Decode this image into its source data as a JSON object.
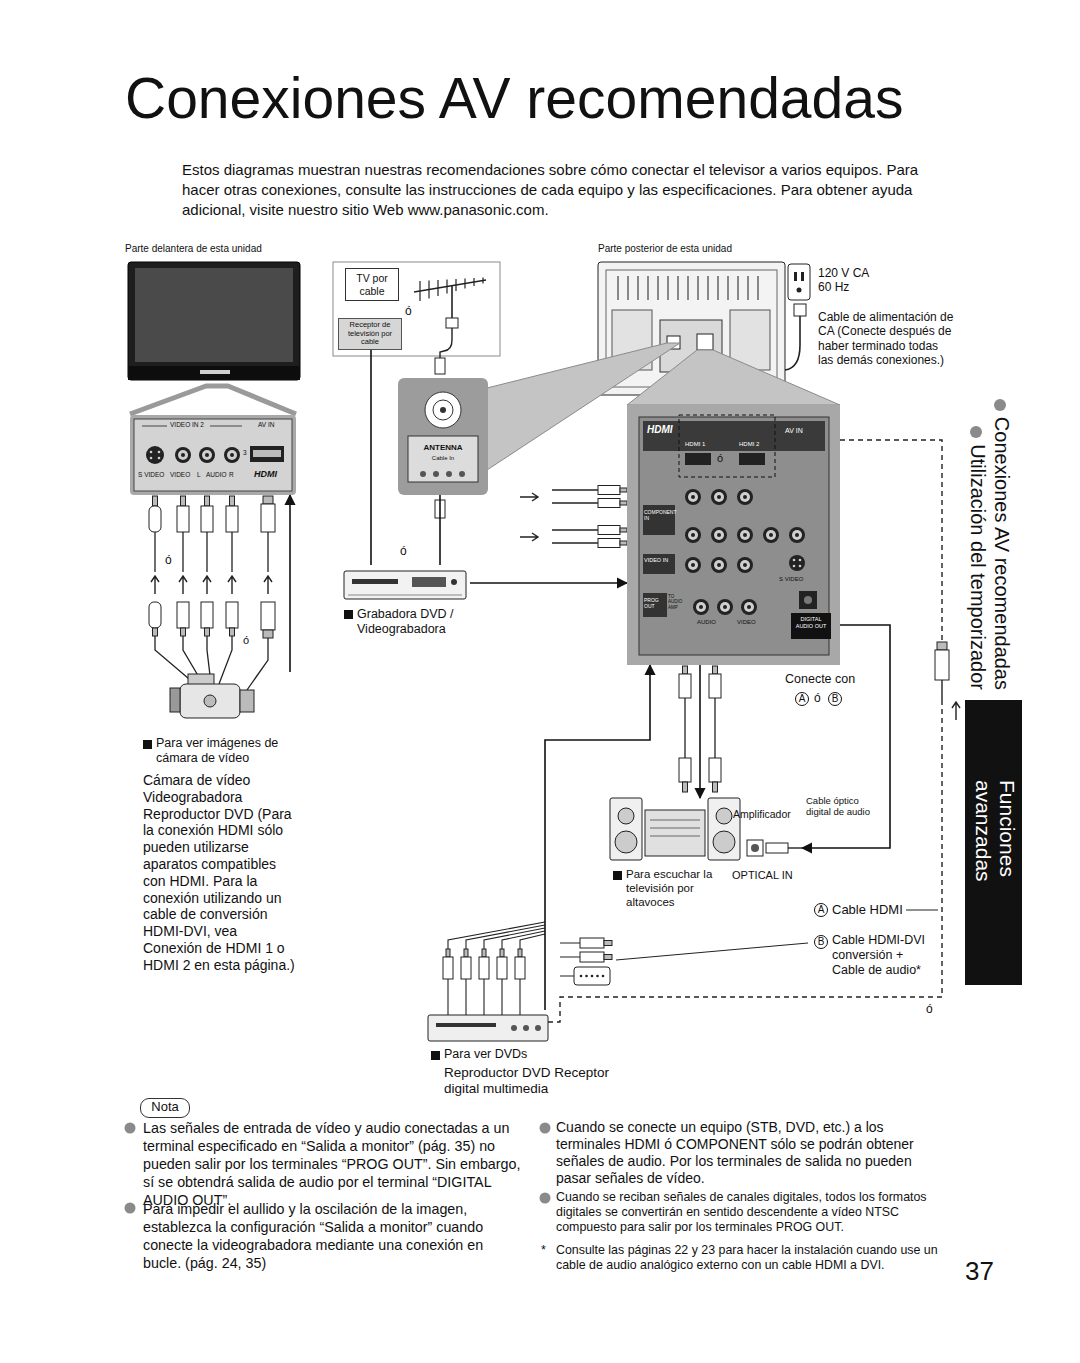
{
  "diagram": {
    "title": "Conexiones AV recomendadas",
    "nodes": [
      {
        "text": [
          "TV por cable"
        ]
      },
      {
        "text": [
          "Receptor de televisión por cable"
        ]
      },
      {
        "text": [
          "120 V CA 60 Hz"
        ]
      },
      {
        "text": [
          "VIDEO IN 2",
          "AV IN",
          "3",
          "S VIDEO",
          "VIDEO",
          "L",
          "AUDIO",
          "R",
          "HDMI"
        ]
      },
      {
        "text": [
          "ANTENNA",
          "Cable In"
        ]
      },
      {
        "text": [
          "HDMI",
          "AV IN",
          "HDMI 1",
          "HDMI 2",
          "COMPONENT IN",
          "VIDEO IN",
          "S VIDEO",
          "PROG OUT",
          "TO AUDIO AMP",
          "AUDIO",
          "VIDEO",
          "DIGITAL AUDIO OUT"
        ]
      },
      {
        "text": [
          "Grabadora DVD / Videograbadora"
        ]
      },
      {
        "text": [
          "Para ver imágenes de cámara de vídeo",
          "Cámara de vídeo Videograbadora Reproductor DVD (Para la conexión HDMI sólo pueden utilizarse aparatos compatibles con HDMI. Para la conexión utilizando un cable de conversión HDMI-DVI, vea Conexión de HDMI 1 o HDMI 2 en esta página.)"
        ]
      },
      {
        "text": [
          "Amplificador",
          "Para escuchar la televisión por altavoces",
          "OPTICAL IN"
        ]
      },
      {
        "text": [
          "Funciones avanzadas"
        ]
      },
      {
        "text": [
          "Para ver DVDs",
          "Reproductor DVD Receptor digital multimedia"
        ]
      },
      {
        "text": [
          "Nota"
        ]
      }
    ],
    "edges": [
      {
        "from": 1,
        "to": 6,
        "arrow": "none"
      },
      {
        "from": 4,
        "to": 6,
        "arrow": "none"
      },
      {
        "from": 6,
        "to": 5,
        "arrow": "to"
      },
      {
        "from": 7,
        "to": 3,
        "arrow": "to"
      },
      {
        "from": 5,
        "to": 8,
        "arrow": "to"
      },
      {
        "from": 5,
        "to": 8,
        "arrow": "to"
      },
      {
        "from": 10,
        "to": 5,
        "arrow": "to"
      }
    ],
    "labels": [
      "Estos diagramas muestran nuestras recomendaciones sobre cómo conectar el televisor a varios equipos. Para hacer otras conexiones, consulte las instrucciones de cada equipo y las especificaciones. Para obtener ayuda adicional, visite nuestro sitio Web www.panasonic.com.",
      "Parte delantera de esta unidad",
      "Parte posterior de esta unidad",
      "ó",
      "ó",
      "ó",
      "ó",
      "ó",
      "Cable de alimentación de CA (Conecte después de haber terminado todas las demás conexiones.)",
      "Conexiones AV recomendadas",
      "Utilización del temporizador",
      "Conecte con",
      "A",
      "ó",
      "B",
      "Cable óptico digital de audio",
      "A",
      "Cable HDMI",
      "B",
      "Cable HDMI-DVI conversión + Cable de audio*",
      "ó",
      "Las señales de entrada de vídeo y audio conectadas a un terminal especificado en “Salida a monitor” (pág. 35) no pueden salir por los terminales “PROG OUT”. Sin embargo, sí se obtendrá salida de audio por el terminal “DIGITAL AUDIO OUT”.",
      "Para impedir el aullido y la oscilación de la imagen, establezca la configuración “Salida a monitor” cuando conecte la videograbadora mediante una conexión en bucle. (pág. 24, 35)",
      "Cuando se conecte un equipo (STB, DVD, etc.) a los terminales HDMI ó COMPONENT sólo se podrán obtener señales de audio. Por los terminales de salida no pueden pasar señales de vídeo.",
      "Cuando se reciban señales de canales digitales, todos los formatos digitales se convertirán en sentido descendente a vídeo NTSC compuesto para salir por los terminales PROG OUT.",
      "*",
      "Consulte las páginas 22 y 23 para hacer la instalación cuando use un cable de audio analógico externo con un cable HDMI a DVI.",
      "37"
    ]
  }
}
